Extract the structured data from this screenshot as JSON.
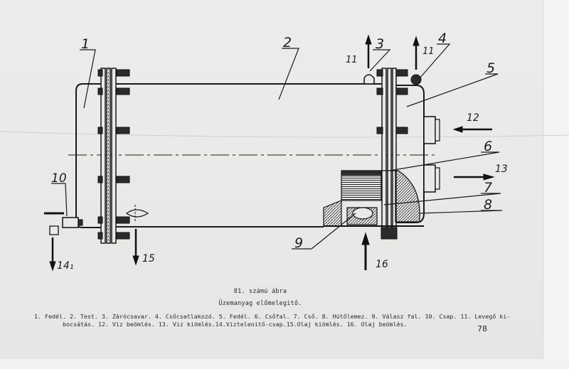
{
  "labels": {
    "l1": "1",
    "l2": "2",
    "l3": "3",
    "l4": "4",
    "l5": "5",
    "l6": "6",
    "l7": "7",
    "l8": "8",
    "l9": "9",
    "l10": "10",
    "l11a": "11",
    "l11b": "11",
    "l12": "12",
    "l13": "13",
    "l14": "14₁",
    "l15": "15",
    "l16": "16"
  },
  "caption": {
    "figure_number": "81. számú ábra",
    "title": "Üzemanyag előmelegitő.",
    "legend_line1": "1. Fedél. 2. Test. 3. Zárócsavar. 4. Csőcsatlakozó. 5. Fedél. 6. Csőfal. 7. Cső. 8. Hütőlemez. 9. Válasz fal. 10. Csap. 11. Levegő ki-",
    "legend_line2": "bocsátás. 12. Viz beömlés. 13. Viz kiömlés.14.Viztelenitő-csap.15.Olaj kiömlés. 16. Olaj beömlés."
  },
  "page_number": "78"
}
